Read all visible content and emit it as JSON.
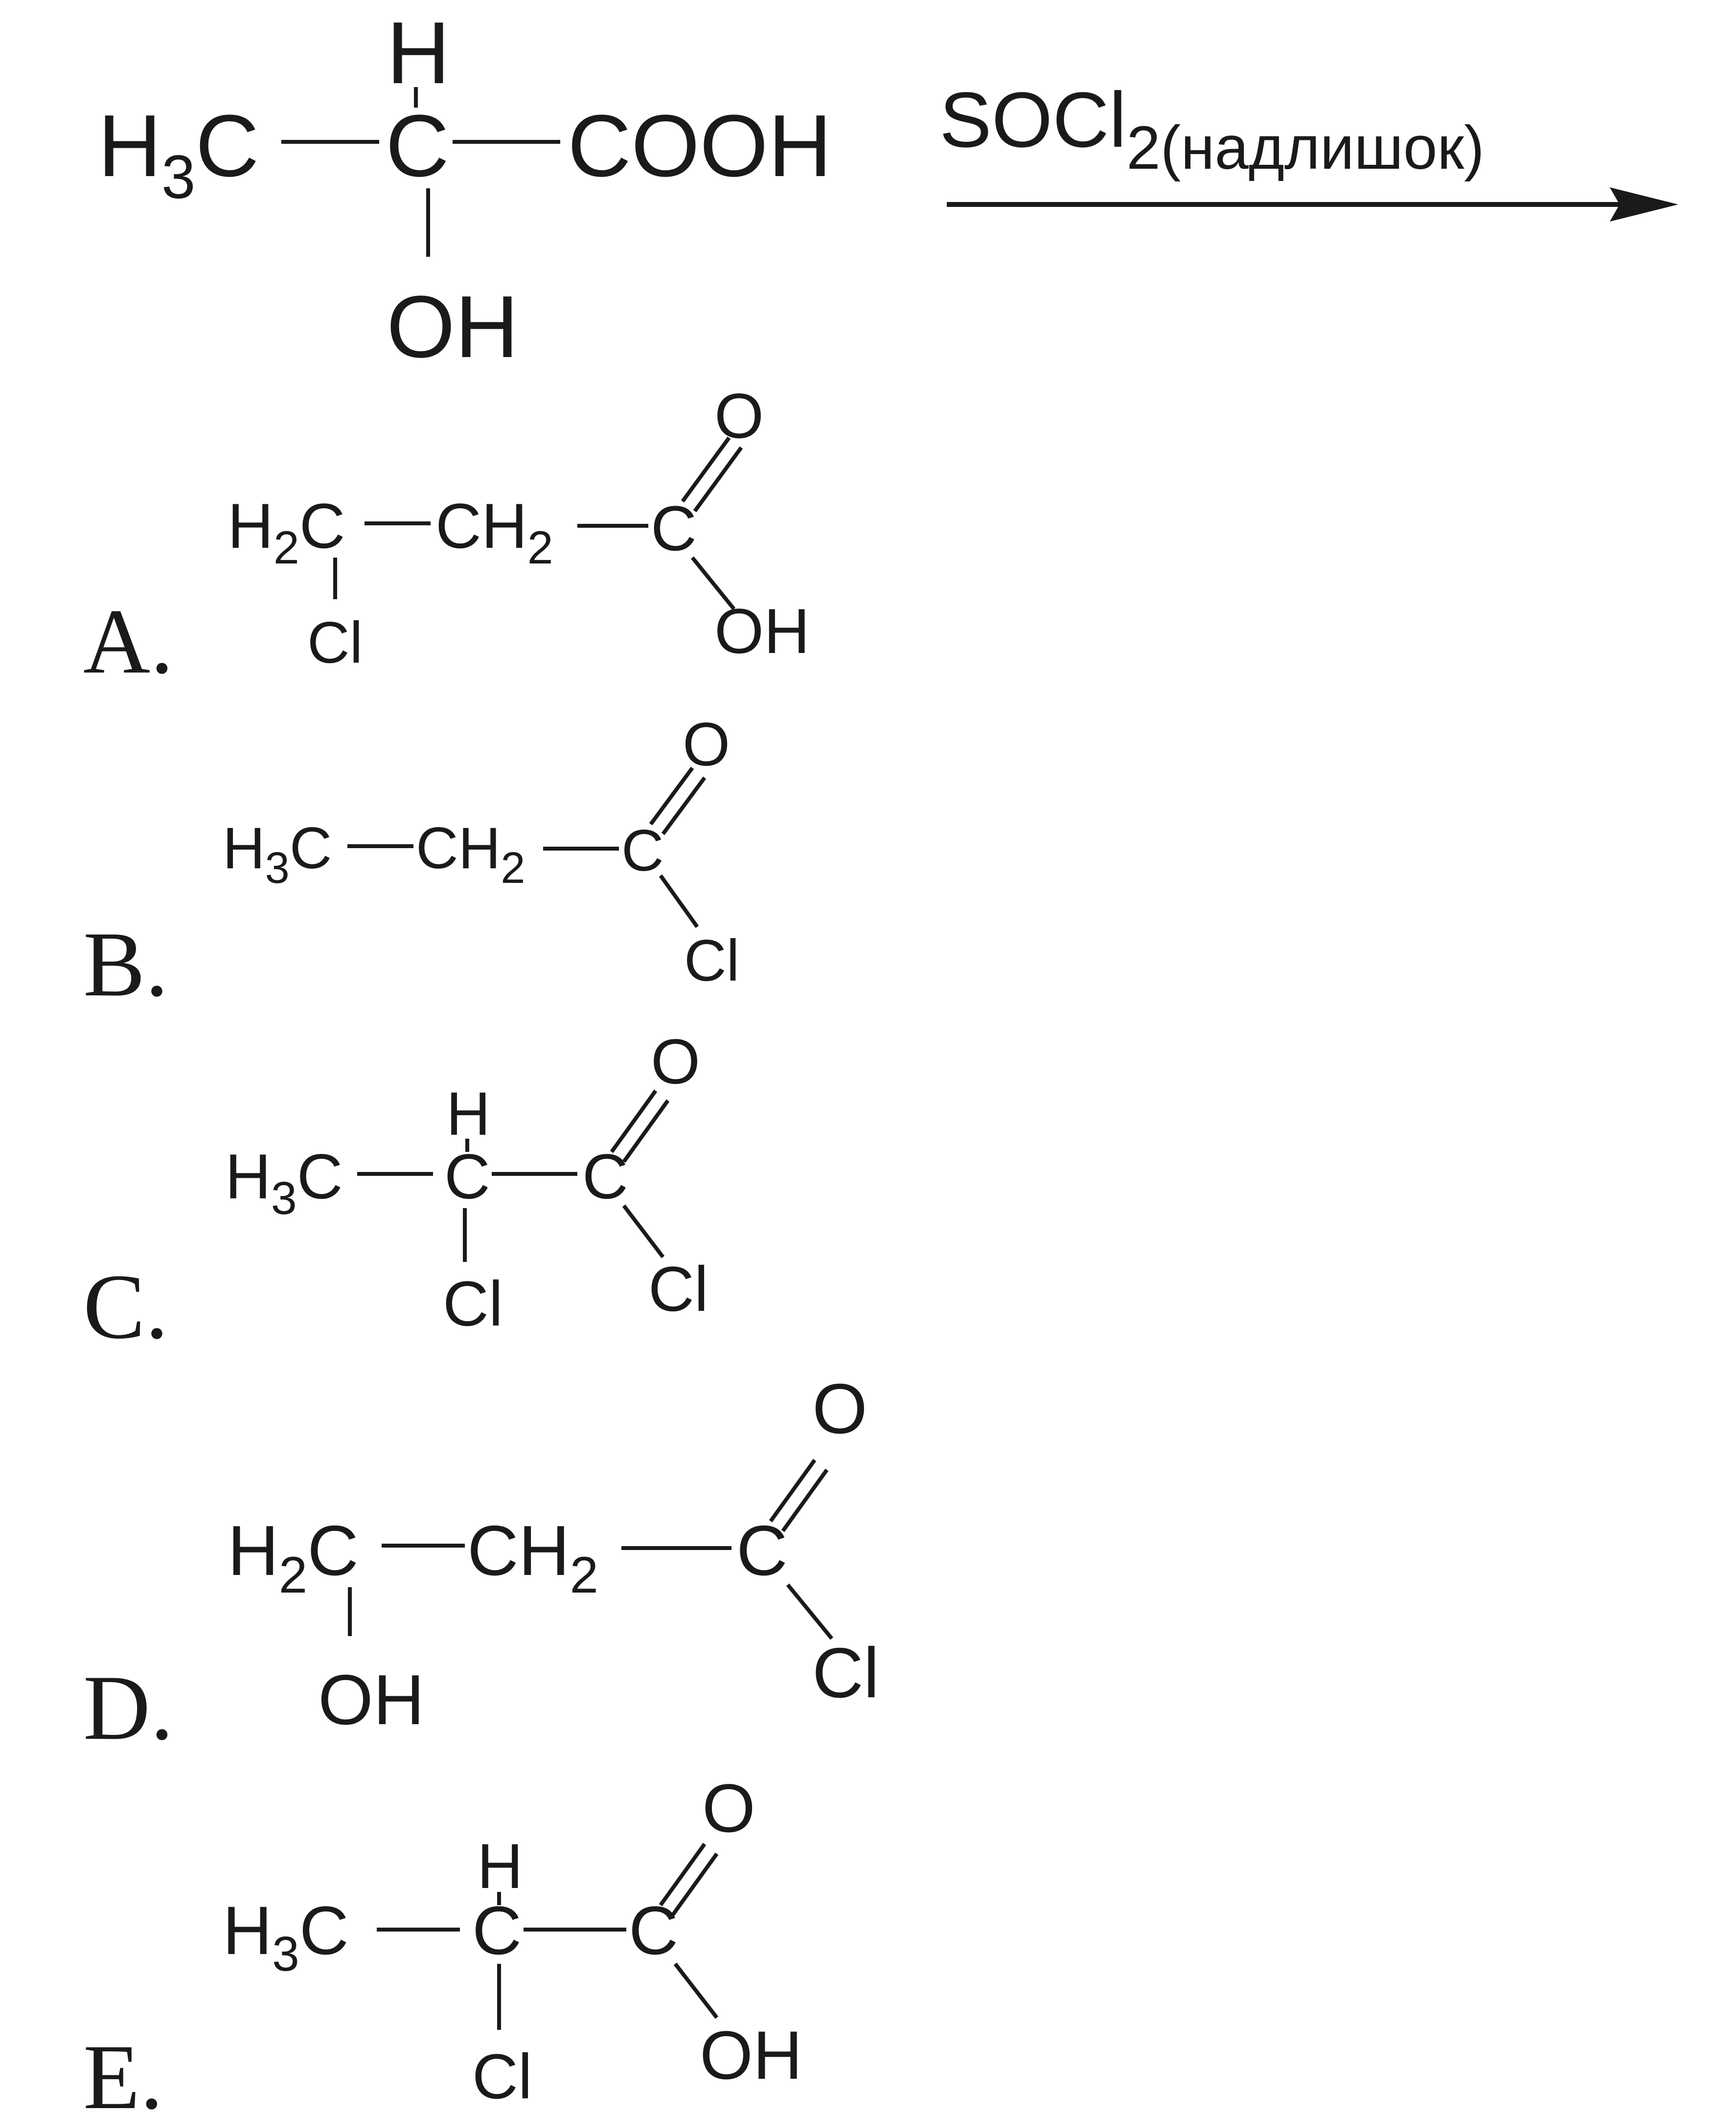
{
  "reactant": {
    "h_top": "H",
    "h3": "H",
    "sub3": "3",
    "c_left": "C",
    "c_center": "C",
    "cooh": "COOH",
    "oh": "OH"
  },
  "reagent": {
    "socl": "SOCl",
    "sub": "2(надлишок)"
  },
  "options": [
    {
      "letter": "A.",
      "h2": "H",
      "sub_h2": "2",
      "c1": "C",
      "ch": "CH",
      "sub_ch": "2",
      "c3": "C",
      "o": "O",
      "oh": "OH",
      "cl": "Cl"
    },
    {
      "letter": "B.",
      "h3": "H",
      "sub_h3": "3",
      "c1": "C",
      "ch": "CH",
      "sub_ch": "2",
      "c3": "C",
      "o": "O",
      "cl": "Cl"
    },
    {
      "letter": "C.",
      "h3": "H",
      "sub_h3": "3",
      "c1": "C",
      "h_top": "H",
      "c2": "C",
      "c3": "C",
      "o": "O",
      "cl_down": "Cl",
      "cl_right": "Cl"
    },
    {
      "letter": "D.",
      "h2": "H",
      "sub_h2": "2",
      "c1": "C",
      "ch": "CH",
      "sub_ch": "2",
      "c3": "C",
      "o": "O",
      "oh": "OH",
      "cl": "Cl"
    },
    {
      "letter": "E.",
      "h3": "H",
      "sub_h3": "3",
      "c1": "C",
      "h_top": "H",
      "c2": "C",
      "c3": "C",
      "o": "O",
      "cl": "Cl",
      "oh": "OH"
    }
  ]
}
